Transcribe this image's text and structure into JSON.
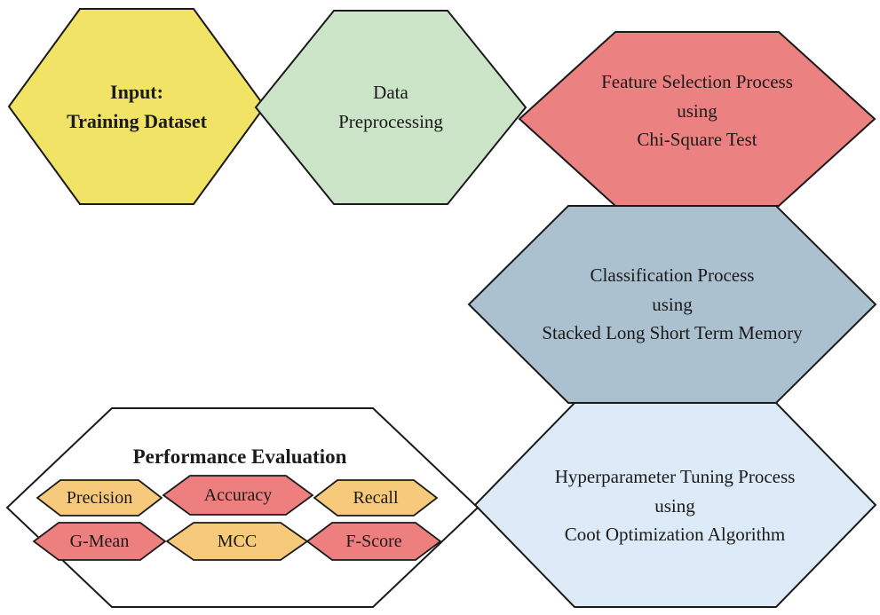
{
  "figure": {
    "nodes": {
      "input": {
        "label": "Input:\nTraining Dataset",
        "fill": "#f0e365"
      },
      "preprocessing": {
        "label": "Data\nPreprocessing",
        "fill": "#cce4c7"
      },
      "feature_selection": {
        "label": "Feature Selection Process\nusing\nChi-Square Test",
        "fill": "#ec8181"
      },
      "classification": {
        "label": "Classification Process\nusing\nStacked Long Short Term Memory",
        "fill": "#acc1d0"
      },
      "hyperparameter_tuning": {
        "label": "Hyperparameter Tuning Process\nusing\nCoot Optimization Algorithm",
        "fill": "#dcebf7"
      },
      "performance_evaluation": {
        "label": "Performance Evaluation",
        "fill": "#ffffff"
      }
    },
    "metrics": [
      {
        "label": "Precision",
        "fill": "#f7c97b"
      },
      {
        "label": "Accuracy",
        "fill": "#ee7f7f"
      },
      {
        "label": "Recall",
        "fill": "#f7c97b"
      },
      {
        "label": "G-Mean",
        "fill": "#ee7f7f"
      },
      {
        "label": "MCC",
        "fill": "#f7c97b"
      },
      {
        "label": "F-Score",
        "fill": "#ee7f7f"
      }
    ],
    "stroke_color": "#1a1a1a"
  }
}
